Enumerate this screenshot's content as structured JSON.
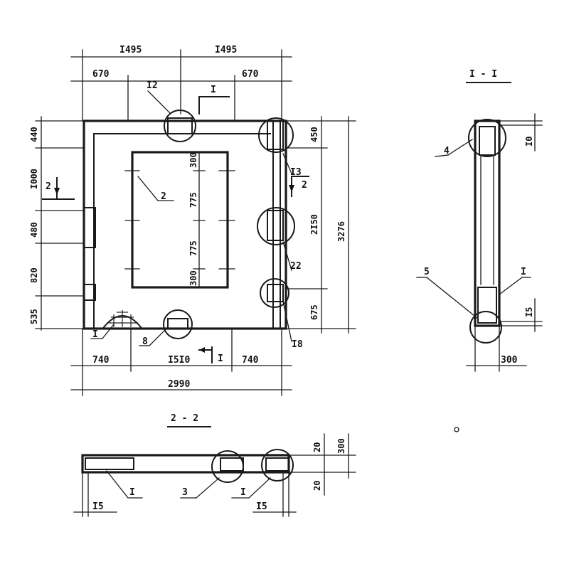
{
  "plan": {
    "top_dims": {
      "half_left": "I495",
      "half_right": "I495",
      "opening_left": "670",
      "opening_right": "670"
    },
    "bottom_dims": {
      "left": "740",
      "mid": "I5I0",
      "right": "740",
      "total": "2990"
    },
    "left_dims": [
      "440",
      "I000",
      "480",
      "820",
      "535"
    ],
    "right_dims_inner": [
      "450",
      "2I50",
      "675"
    ],
    "right_dim_total": "3276",
    "inner_dims": [
      "300",
      "775",
      "775",
      "300"
    ],
    "callouts": {
      "c12": "I2",
      "c2": "2",
      "c13": "I3",
      "c22": "22",
      "c18": "I8",
      "c8": "8",
      "cI": "I"
    },
    "section_marks": {
      "top": "I",
      "bottom": "I",
      "left": "2",
      "right": "2"
    }
  },
  "section_I": {
    "title": "I - I",
    "callouts": {
      "c4": "4",
      "c5": "5",
      "cI": "I"
    },
    "dims": {
      "top": "I0",
      "bottom": "I5",
      "width": "300"
    }
  },
  "section_2": {
    "title": "2 - 2",
    "callouts": {
      "cI_left": "I",
      "c3": "3",
      "cI_right": "I"
    },
    "dims": {
      "left_bottom": "I5",
      "right_bottom": "I5",
      "d20_top": "20",
      "d300": "300",
      "d20_bottom": "20"
    }
  }
}
